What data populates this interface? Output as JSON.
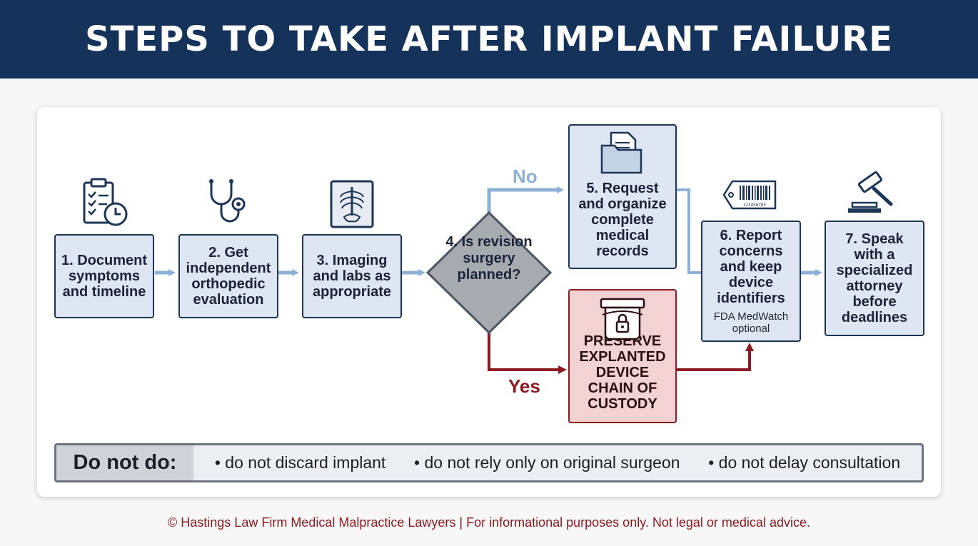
{
  "header": {
    "title": "STEPS TO TAKE AFTER IMPLANT FAILURE"
  },
  "steps": {
    "s1": "1. Document symptoms and timeline",
    "s2": "2. Get independent orthopedic evaluation",
    "s3": "3. Imaging and labs as appropriate",
    "s4": "4. Is revision surgery planned?",
    "s5": "5. Request and organize complete medical records",
    "s6": "6. Report concerns and keep device identifiers",
    "s6_sub": "FDA MedWatch optional",
    "s7": "7. Speak with a specialized attorney before deadlines",
    "preserve": "PRESERVE EXPLANTED DEVICE CHAIN OF CUSTODY"
  },
  "branches": {
    "no": "No",
    "yes": "Yes"
  },
  "barcode_text": "123456TDF",
  "donot": {
    "label": "Do not do:",
    "items": [
      "• do not discard implant",
      "• do not rely only on original surgeon",
      "• do not delay consultation"
    ]
  },
  "footer": "© Hastings Law Firm Medical Malpractice Lawyers | For informational purposes only. Not legal or medical advice.",
  "icons": [
    "clipboard-clock-icon",
    "stethoscope-icon",
    "xray-icon",
    "folder-document-icon",
    "barcode-tag-icon",
    "gavel-icon",
    "locked-container-icon"
  ],
  "colors": {
    "navy": "#15325a",
    "box_fill": "#dde6f2",
    "box_border": "#1d3557",
    "red": "#8c1a22",
    "red_fill": "#f3d2d4",
    "arrow_blue": "#8fb0d6"
  }
}
